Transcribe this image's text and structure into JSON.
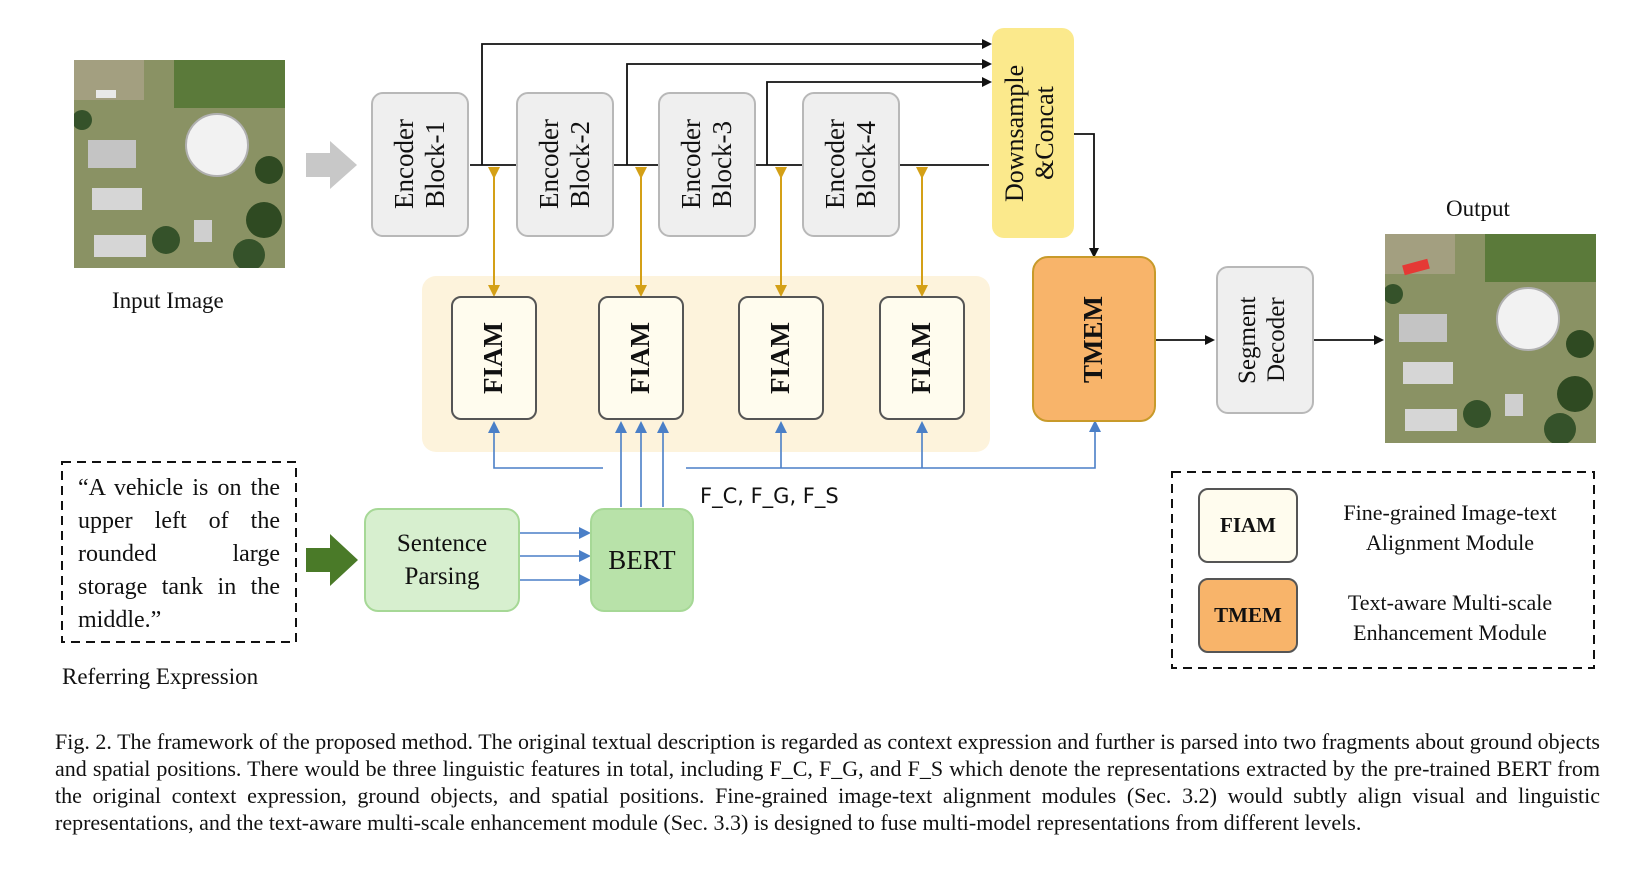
{
  "input_image_label": "Input Image",
  "output_label": "Output",
  "encoder_blocks": [
    "Encoder Block-1",
    "Encoder Block-2",
    "Encoder Block-3",
    "Encoder Block-4"
  ],
  "downsample_label": "Downsample &Concat",
  "fiam_label": "FIAM",
  "tmem_label": "TMEM",
  "segment_decoder_label": "Segment Decoder",
  "sentence_parsing_label": "Sentence Parsing",
  "bert_label": "BERT",
  "features_label": "F_C, F_G, F_S",
  "referring_expression_text": "“A vehicle is on the upper left of the rounded large storage tank in the middle.”",
  "referring_expression_label": "Referring Expression",
  "legend": {
    "fiam": {
      "tag": "FIAM",
      "desc_line1": "Fine-grained Image-text",
      "desc_line2": "Alignment Module"
    },
    "tmem": {
      "tag": "TMEM",
      "desc_line1": "Text-aware Multi-scale",
      "desc_line2": "Enhancement Module"
    }
  },
  "caption": "Fig. 2.  The framework of the proposed method. The original textual description is regarded as context expression and further is parsed into two fragments about ground objects and spatial positions. There would be three linguistic features in total, including F_C, F_G, and F_S which denote the representations extracted by the pre-trained BERT from the original context expression, ground objects, and spatial positions. Fine-grained image-text alignment modules (Sec. 3.2) would subtly align visual and linguistic representations, and the text-aware multi-scale enhancement module (Sec. 3.3) is designed to fuse multi-model representations from different levels.",
  "colors": {
    "encoder_fill": "#efefef",
    "fiam_panel": "#fdf3dc",
    "fiam_fill": "#fffcee",
    "downsample_fill": "#fbe98c",
    "tmem_fill": "#f8b46a",
    "tmem_border": "#c89a2a",
    "green_fill": "#d7efcf",
    "green_border": "#a6d896",
    "bert_fill": "#b8e2a9",
    "arrow_gold": "#d4a017",
    "arrow_blue": "#4a7fc7",
    "arrow_green": "#4a7a28",
    "arrow_gray": "#c8c8c8"
  },
  "icons": [
    "gray-right-arrow-icon",
    "green-right-arrow-icon"
  ]
}
